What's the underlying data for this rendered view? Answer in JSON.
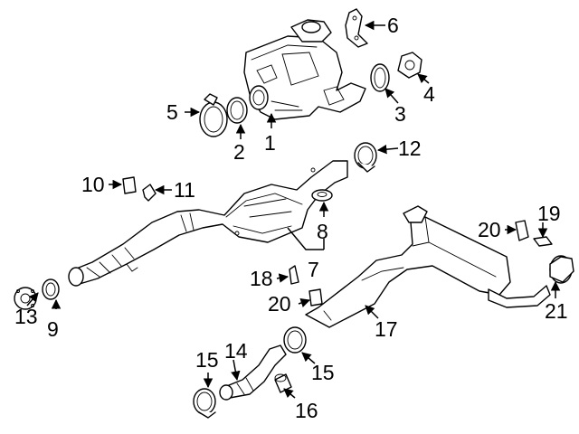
{
  "colors": {
    "line": "#000000",
    "background": "#ffffff"
  },
  "callouts": [
    {
      "id": "1",
      "text": "1"
    },
    {
      "id": "2",
      "text": "2"
    },
    {
      "id": "3",
      "text": "3"
    },
    {
      "id": "4",
      "text": "4"
    },
    {
      "id": "5",
      "text": "5"
    },
    {
      "id": "6",
      "text": "6"
    },
    {
      "id": "7",
      "text": "7"
    },
    {
      "id": "8",
      "text": "8"
    },
    {
      "id": "9",
      "text": "9"
    },
    {
      "id": "10",
      "text": "10"
    },
    {
      "id": "11",
      "text": "11"
    },
    {
      "id": "12",
      "text": "12"
    },
    {
      "id": "13",
      "text": "13"
    },
    {
      "id": "14",
      "text": "14"
    },
    {
      "id": "15a",
      "text": "15"
    },
    {
      "id": "15b",
      "text": "15"
    },
    {
      "id": "16",
      "text": "16"
    },
    {
      "id": "17",
      "text": "17"
    },
    {
      "id": "18",
      "text": "18"
    },
    {
      "id": "19",
      "text": "19"
    },
    {
      "id": "20a",
      "text": "20"
    },
    {
      "id": "20b",
      "text": "20"
    },
    {
      "id": "21",
      "text": "21"
    }
  ]
}
